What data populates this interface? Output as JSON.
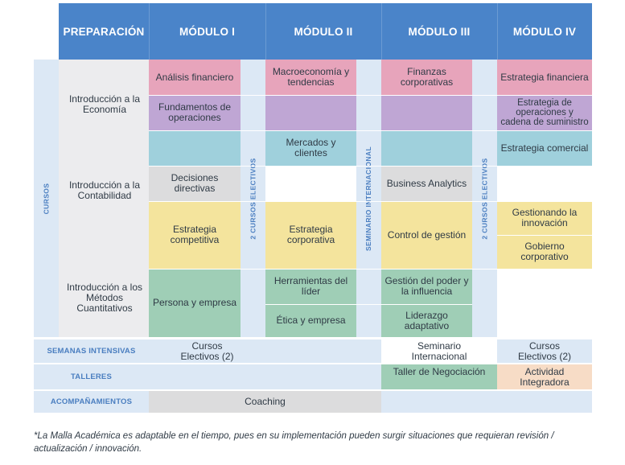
{
  "colors": {
    "header_blue": "#4a84c9",
    "light_blue": "#dce8f5",
    "gray_panel": "#ececee",
    "pink": "#e7a4bb",
    "purple": "#bfa6d4",
    "teal": "#9fd0dc",
    "lightgray": "#dcdcdd",
    "yellow": "#f4e49d",
    "green": "#9fceb6",
    "peach": "#f7dcc6"
  },
  "header": {
    "preparacion": "PREPARACIÓN",
    "modulo_1": "MÓDULO I",
    "modulo_2": "MÓDULO II",
    "modulo_3": "MÓDULO III",
    "modulo_4": "MÓDULO IV"
  },
  "side_label": "CURSOS",
  "preparacion": {
    "course_1": "Introducción a la Economía",
    "course_2": "Introducción a la Contabilidad",
    "course_3": "Introducción a los Métodos Cuantitativos"
  },
  "modulo_1": {
    "c1": "Análisis financiero",
    "c2": "Fundamentos de operaciones",
    "c3": "Decisiones directivas",
    "c4": "Estrategia competitiva",
    "c5": "Persona y empresa"
  },
  "electivos_1": "2 CURSOS ELECTIVOS",
  "modulo_2": {
    "c1": "Macroeconomía y tendencias",
    "c2": "Mercados y clientes",
    "c3": "Estrategia corporativa",
    "c4": "Herramientas del líder",
    "c5": "Ética y empresa"
  },
  "seminario": "SEMINARIO INTERNACIONAL",
  "modulo_3": {
    "c1": "Finanzas corporativas",
    "c2": "Business Analytics",
    "c3": "Control de gestión",
    "c4": "Gestión del poder y la influencia",
    "c5": "Liderazgo adaptativo"
  },
  "electivos_2": "2 CURSOS ELECTIVOS",
  "modulo_4": {
    "c1": "Estrategia financiera",
    "c2": "Estrategia de operaciones y cadena de suministro",
    "c3": "Estrategia comercial",
    "c4": "Gestionando la innovación",
    "c5": "Gobierno corporativo"
  },
  "rows": {
    "semanas_label": "SEMANAS INTENSIVAS",
    "semanas_m1": "Cursos Electivos (2)",
    "semanas_m3": "Seminario Internacional",
    "semanas_m4": "Cursos Electivos (2)",
    "talleres_label": "TALLERES",
    "talleres_m3": "Taller de Negociación",
    "talleres_m4": "Actividad Integradora",
    "acomp_label": "ACOMPAÑAMIENTOS",
    "acomp_value": "Coaching"
  },
  "footnote": "*La Malla Académica es adaptable en el tiempo, pues en su implementación pueden surgir situaciones que requieran revisión / actualización / innovación."
}
